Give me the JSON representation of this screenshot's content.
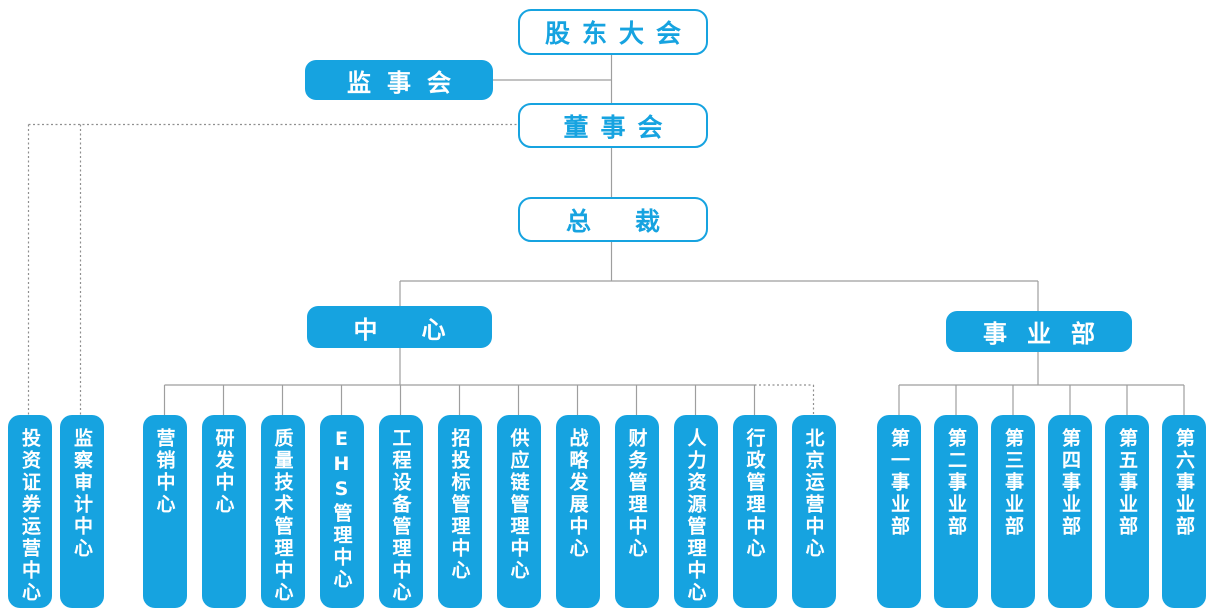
{
  "colors": {
    "primary": "#16a3e0",
    "line": "#9e9e9e",
    "dotted": "#8f8f8f",
    "node-text-light": "#ffffff"
  },
  "nodes": {
    "shareholders_meeting": {
      "label": "股东大会"
    },
    "supervisory_board": {
      "label": "监事会"
    },
    "board_of_directors": {
      "label": "董事会"
    },
    "president": {
      "label": "总裁"
    },
    "centers_group": {
      "label": "中心"
    },
    "divisions_group": {
      "label": "事业部"
    }
  },
  "dotted_units": [
    {
      "label": "投资证券运营中心"
    },
    {
      "label": "监察审计中心"
    }
  ],
  "centers": [
    {
      "label": "营销中心"
    },
    {
      "label": "研发中心"
    },
    {
      "label": "质量技术管理中心"
    },
    {
      "label": "EHS管理中心"
    },
    {
      "label": "工程设备管理中心"
    },
    {
      "label": "招投标管理中心"
    },
    {
      "label": "供应链管理中心"
    },
    {
      "label": "战略发展中心"
    },
    {
      "label": "财务管理中心"
    },
    {
      "label": "人力资源管理中心"
    },
    {
      "label": "行政管理中心"
    },
    {
      "label": "北京运营中心"
    }
  ],
  "divisions": [
    {
      "label": "第一事业部"
    },
    {
      "label": "第二事业部"
    },
    {
      "label": "第三事业部"
    },
    {
      "label": "第四事业部"
    },
    {
      "label": "第五事业部"
    },
    {
      "label": "第六事业部"
    }
  ]
}
